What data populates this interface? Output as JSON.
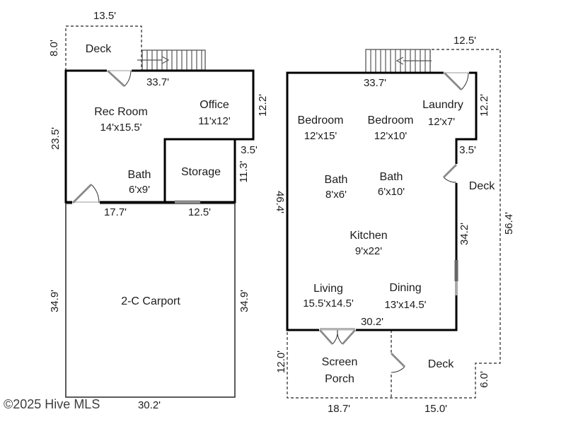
{
  "watermark": "©2025 Hive MLS",
  "left_plan": {
    "rooms": {
      "deck": {
        "name": "Deck"
      },
      "rec_room": {
        "name": "Rec Room",
        "size": "14'x15.5'"
      },
      "office": {
        "name": "Office",
        "size": "11'x12'"
      },
      "bath": {
        "name": "Bath",
        "size": "6'x9'"
      },
      "storage": {
        "name": "Storage"
      }
    },
    "dims": {
      "deck_width": "13.5'",
      "deck_height": "8.0'",
      "top_width": "33.7'",
      "left_height": "23.5'",
      "office_right": "12.2'",
      "step": "3.5'",
      "storage_right": "11.3'",
      "bath_bottom": "17.7'",
      "storage_bottom": "12.5'"
    },
    "carport": {
      "name": "2-C Carport",
      "left": "34.9'",
      "right": "34.9'",
      "bottom": "30.2'"
    }
  },
  "right_plan": {
    "rooms": {
      "bedroom1": {
        "name": "Bedroom",
        "size": "12'x15'"
      },
      "bedroom2": {
        "name": "Bedroom",
        "size": "12'x10'"
      },
      "laundry": {
        "name": "Laundry",
        "size": "12'x7'"
      },
      "bath1": {
        "name": "Bath",
        "size": "8'x6'"
      },
      "bath2": {
        "name": "Bath",
        "size": "6'x10'"
      },
      "kitchen": {
        "name": "Kitchen",
        "size": "9'x22'"
      },
      "living": {
        "name": "Living",
        "size": "15.5'x14.5'"
      },
      "dining": {
        "name": "Dining",
        "size": "13'x14.5'"
      },
      "deck_side": {
        "name": "Deck"
      },
      "deck_bottom": {
        "name": "Deck"
      },
      "screen_porch": {
        "line1": "Screen",
        "line2": "Porch"
      }
    },
    "dims": {
      "deck_top_width": "12.5'",
      "top_width": "33.7'",
      "laundry_right": "12.2'",
      "left_height": "46.4'",
      "step": "3.5'",
      "kitchen_right": "34.2'",
      "deck_right_height": "56.4'",
      "bottom_width": "30.2'",
      "porch_left_height": "12.0'",
      "deck_notch_height": "6.0'",
      "porch_bottom_width": "18.7'",
      "deck_bottom_width": "15.0'"
    }
  }
}
